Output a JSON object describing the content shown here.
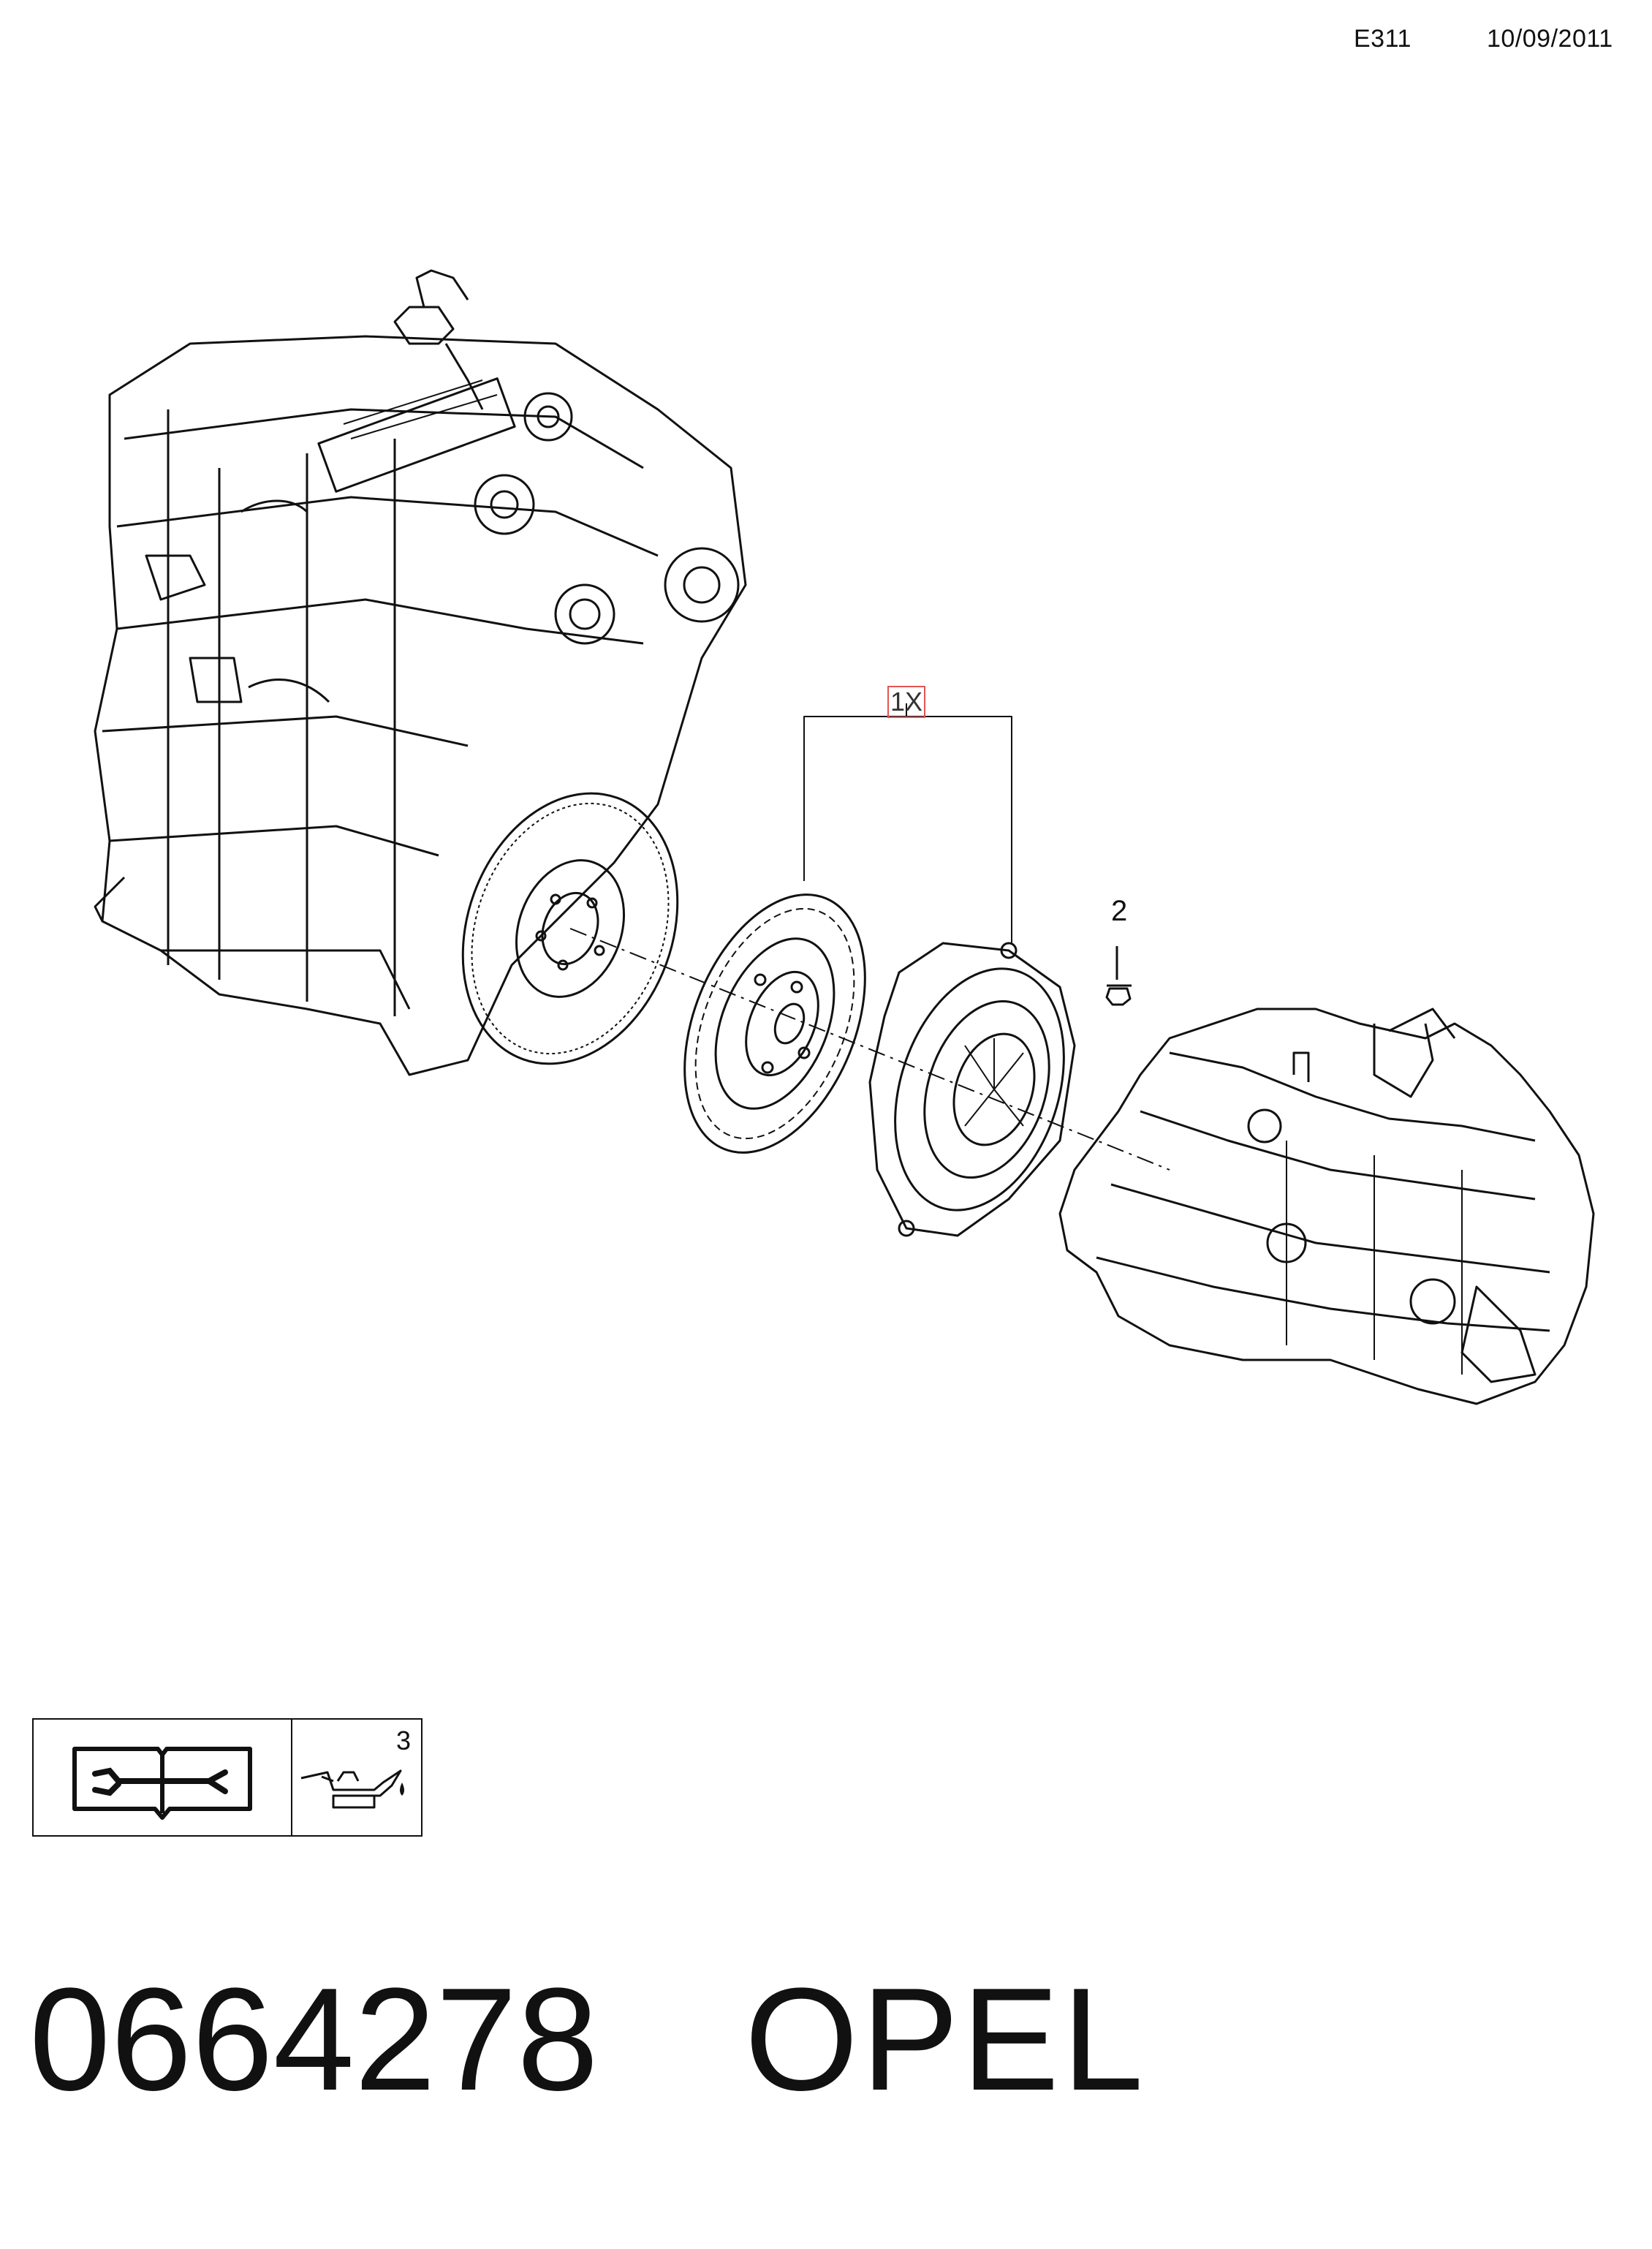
{
  "header": {
    "code": "E311",
    "date": "10/09/2011"
  },
  "callouts": {
    "item1": "1X",
    "item2": "2"
  },
  "legend": {
    "manual_icon": "repair-manual-icon",
    "oil_icon": "oil-can-icon",
    "oil_ref": "3"
  },
  "footer": {
    "part_number": "0664278",
    "brand": "OPEL"
  },
  "colors": {
    "line": "#111111",
    "callout_box": "#e25555"
  }
}
